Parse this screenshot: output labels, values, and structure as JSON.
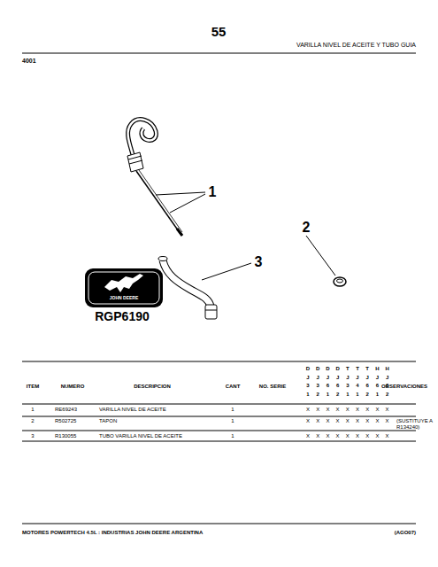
{
  "diagram": {
    "title": "VARILLA NIVEL DE ACEITE Y TUBO GUIA",
    "labels": [
      "55",
      "4001",
      "1",
      "2",
      "3",
      "JOHN DEERE",
      "RGP6190",
      "ITEM",
      "NUMERO",
      "DESCRIPCION",
      "CANT",
      "NO. SERIE",
      "D",
      "D",
      "D",
      "D",
      "T",
      "T",
      "T",
      "H",
      "H",
      "J",
      "J",
      "J",
      "J",
      "J",
      "J",
      "J",
      "J",
      "J",
      "3",
      "3",
      "6",
      "6",
      "3",
      "4",
      "6",
      "6",
      "6",
      "1",
      "2",
      "1",
      "2",
      "1",
      "1",
      "2",
      "1",
      "2",
      "OBSERVACIONES",
      "1",
      "RE69243",
      "VARILLA NIVEL DE ACEITE",
      "1",
      "X",
      "X",
      "X",
      "X",
      "X",
      "X",
      "X",
      "X",
      "X",
      "2",
      "R502725",
      "TAPON",
      "1",
      "X",
      "X",
      "X",
      "X",
      "X",
      "X",
      "X",
      "X",
      "X",
      "(SUSTITUYE A R134240)",
      "3",
      "R130055",
      "TUBO VARILLA NIVEL DE ACEITE",
      "1",
      "X",
      "X",
      "X",
      "X",
      "X",
      "X",
      "X",
      "X",
      "X",
      "MOTORES POWERTECH 4.5L : INDUSTRIAS JOHN DEERE ARGENTINA",
      "(AGO07)"
    ]
  }
}
